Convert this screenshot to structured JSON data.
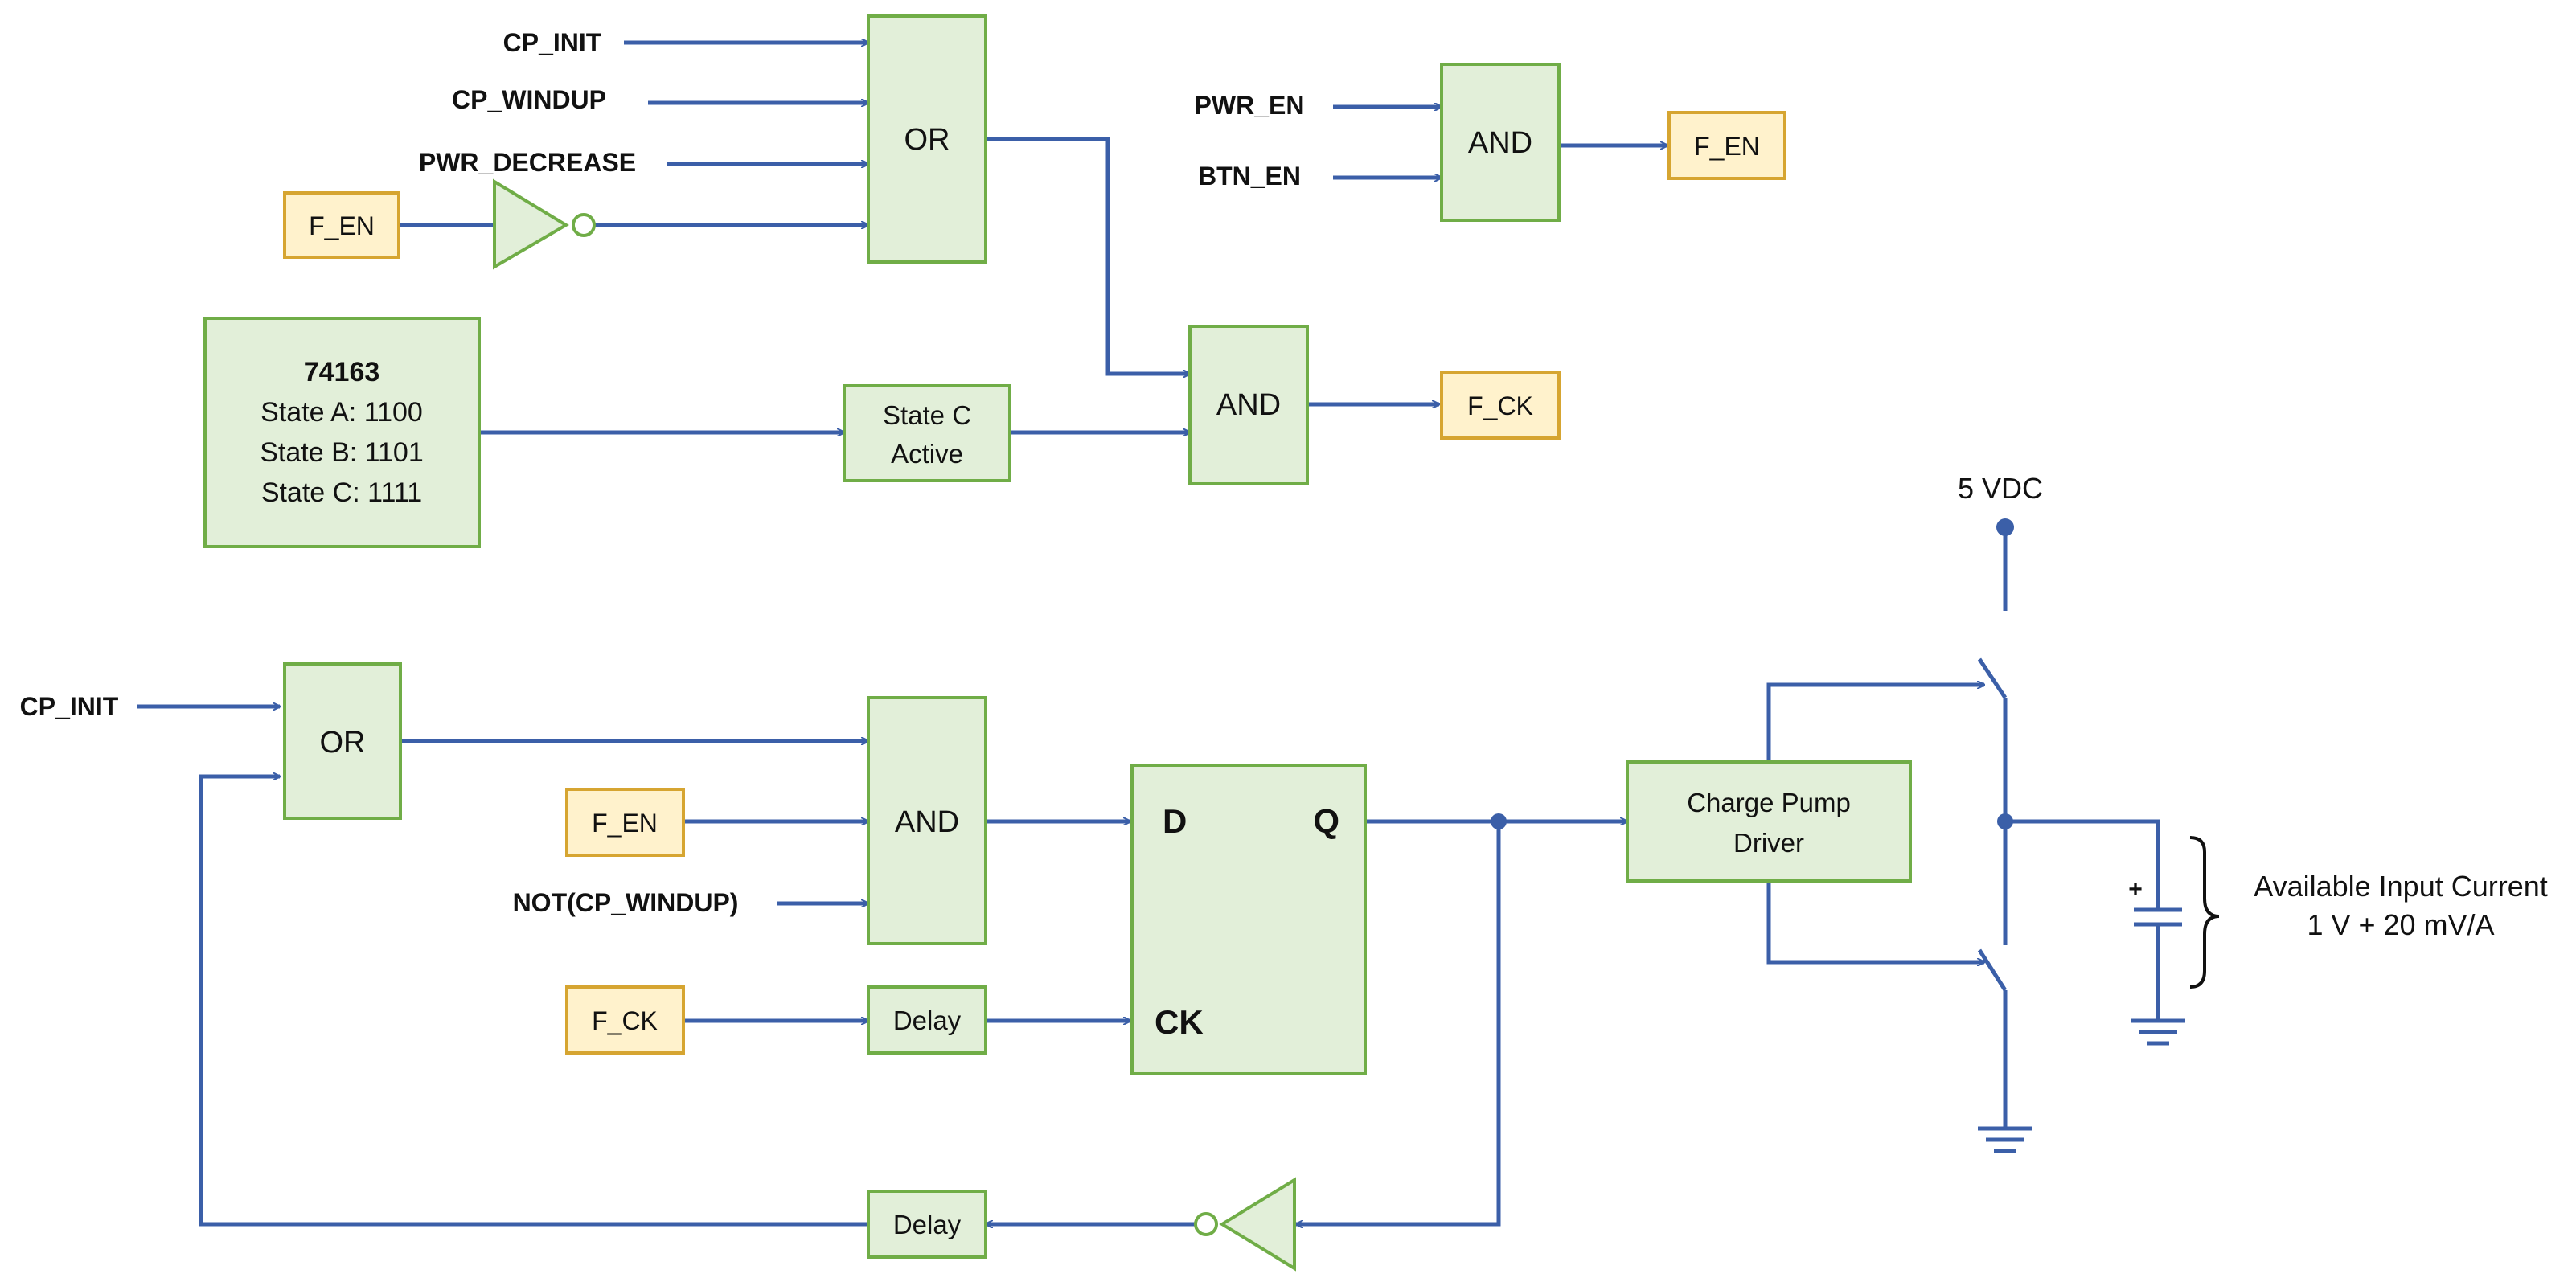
{
  "inputs": {
    "cp_init": "CP_INIT",
    "cp_windup": "CP_WINDUP",
    "pwr_decrease": "PWR_DECREASE",
    "pwr_en": "PWR_EN",
    "btn_en": "BTN_EN",
    "cp_init_bottom": "CP_INIT",
    "not_cp_windup": "NOT(CP_WINDUP)"
  },
  "signals": {
    "f_en": "F_EN",
    "f_ck": "F_CK"
  },
  "gates": {
    "or": "OR",
    "and": "AND"
  },
  "counter": {
    "title": "74163",
    "state_a": "State A: 1100",
    "state_b": "State B: 1101",
    "state_c": "State C: 1111"
  },
  "state_c_block": {
    "line1": "State C",
    "line2": "Active"
  },
  "flipflop": {
    "d": "D",
    "q": "Q",
    "ck": "CK"
  },
  "delay": "Delay",
  "driver": {
    "line1": "Charge Pump",
    "line2": "Driver"
  },
  "supply": "5 VDC",
  "capacitor_polarity": "+",
  "annotation": {
    "line1": "Available Input Current",
    "line2": "1 V + 20 mV/A"
  },
  "colors": {
    "wire": "#3b5fa8",
    "block_fill": "#e2efd9",
    "block_border": "#70ad47",
    "signal_fill": "#fff2cc",
    "signal_border": "#d6a531"
  }
}
